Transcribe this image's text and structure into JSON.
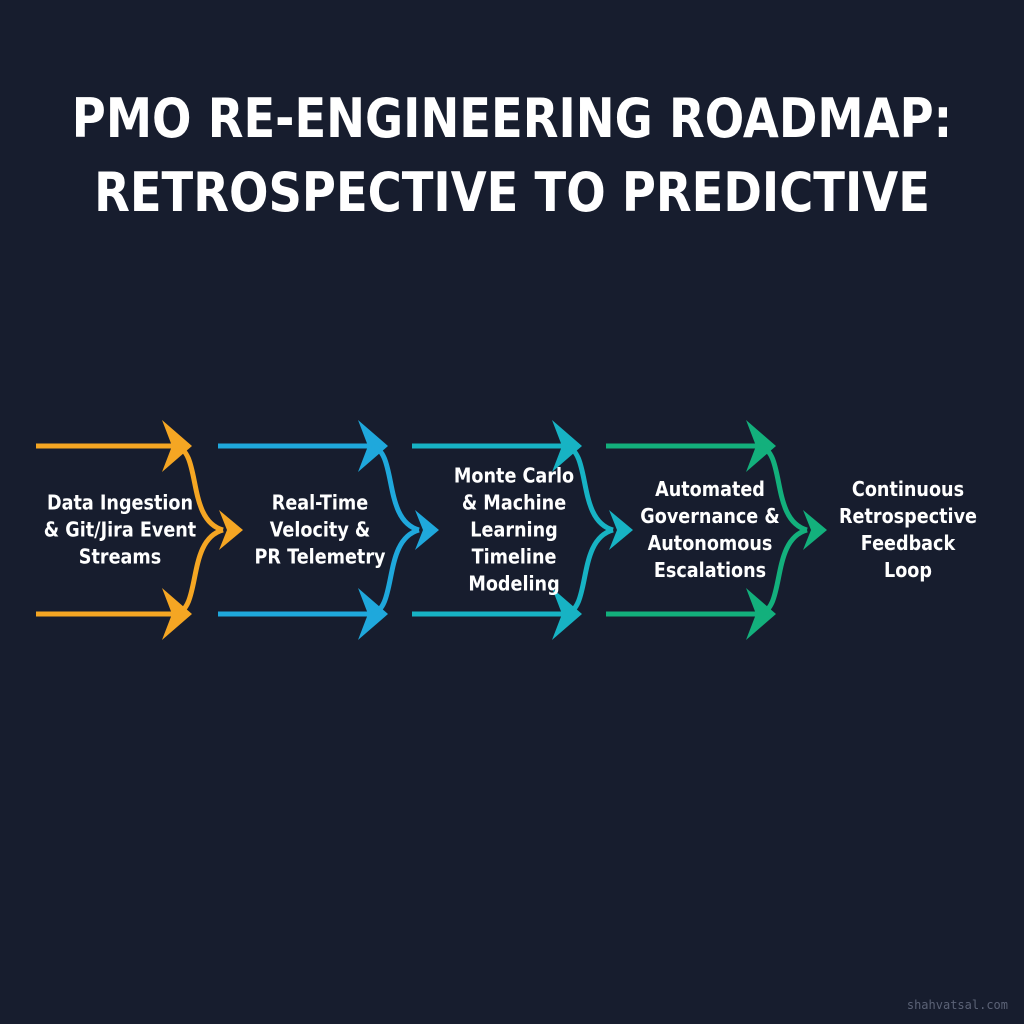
{
  "title": {
    "line1": "PMO RE-ENGINEERING ROADMAP:",
    "line2": "RETROSPECTIVE TO PREDICTIVE"
  },
  "stages": [
    {
      "label": "Data Ingestion\n& Git/Jira Event\nStreams",
      "color": "#f5a623"
    },
    {
      "label": "Real-Time\nVelocity &\nPR Telemetry",
      "color": "#1fa8dc"
    },
    {
      "label": "Monte Carlo\n& Machine\nLearning\nTimeline\nModeling",
      "color": "#17b3c4"
    },
    {
      "label": "Automated\nGovernance &\nAutonomous\nEscalations",
      "color": "#13b07c"
    },
    {
      "label": "Continuous\nRetrospective\nFeedback\nLoop",
      "color": "#1bbf6a"
    }
  ],
  "watermark": "shahvatsal.com"
}
